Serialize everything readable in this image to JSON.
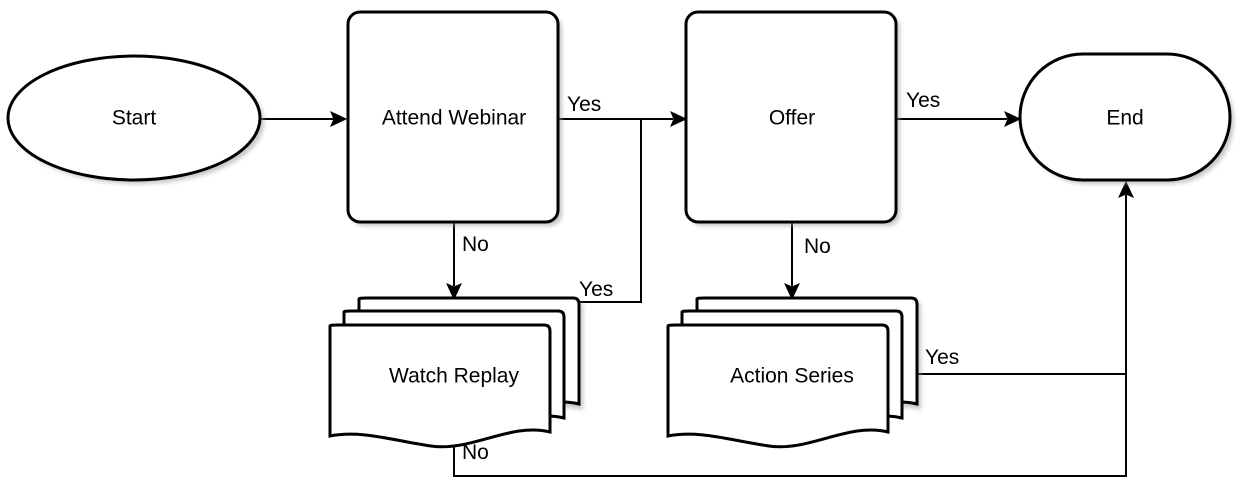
{
  "nodes": {
    "start": "Start",
    "attend_webinar": "Attend Webinar",
    "offer": "Offer",
    "end": "End",
    "watch_replay": "Watch Replay",
    "action_series": "Action Series"
  },
  "edges": {
    "webinar_yes": "Yes",
    "webinar_no": "No",
    "replay_yes": "Yes",
    "replay_no": "No",
    "offer_yes": "Yes",
    "offer_no": "No",
    "series_yes": "Yes"
  }
}
